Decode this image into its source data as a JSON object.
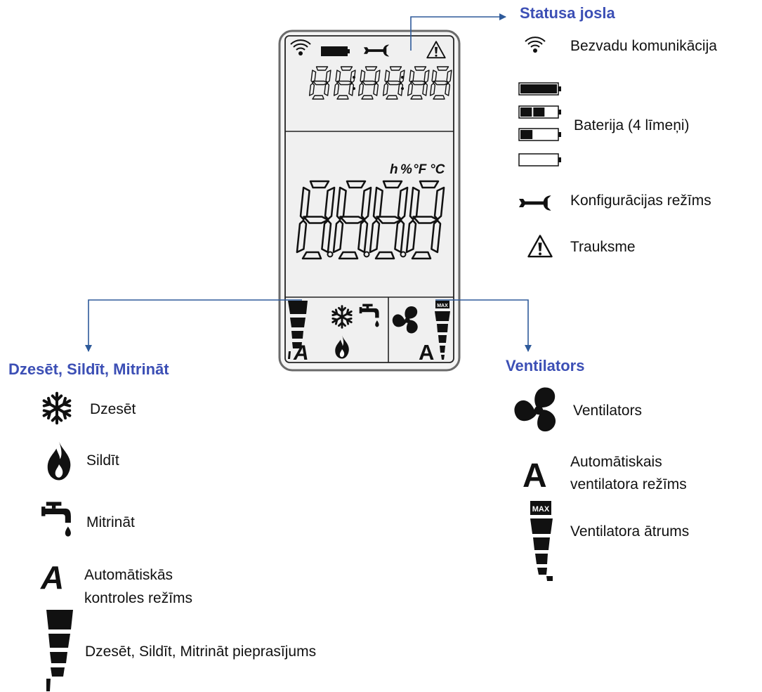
{
  "display": {
    "units": {
      "h": "h",
      "percent": "%",
      "fahrenheit": "°F",
      "celsius": "°C"
    },
    "max_badge": "MAX"
  },
  "status_bar": {
    "heading": "Statusa josla",
    "wireless_label": "Bezvadu komunikācija",
    "battery_label": "Baterija (4 līmeņi)",
    "battery_levels": [
      1.0,
      0.66,
      0.33,
      0.0
    ],
    "config_label": "Konfigurācijas režīms",
    "alarm_label": "Trauksme"
  },
  "cool_heat_humidify": {
    "heading": "Dzesēt, Sildīt, Mitrināt",
    "cool_label": "Dzesēt",
    "heat_label": "Sildīt",
    "humidify_label": "Mitrināt",
    "auto_label_1": "Automātiskās",
    "auto_label_2": "kontroles režīms",
    "demand_label": "Dzesēt, Sildīt, Mitrināt pieprasījums"
  },
  "fan": {
    "heading": "Ventilators",
    "fan_label": "Ventilators",
    "auto_label_1": "Automātiskais",
    "auto_label_2": "ventilatora režīms",
    "speed_label": "Ventilatora ātrums",
    "max_badge": "MAX"
  },
  "colors": {
    "heading": "#3c4fb5",
    "arrow": "#2e5a9a",
    "lcd_border": "#555555",
    "lcd_bg": "#f4f4f4"
  }
}
